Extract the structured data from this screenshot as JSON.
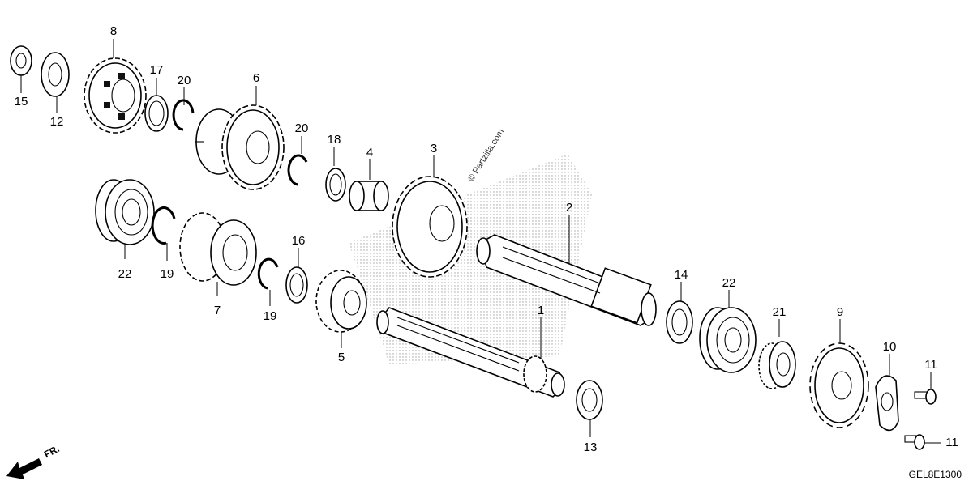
{
  "diagram": {
    "watermark": "© Partzilla.com",
    "diagram_code": "GEL8E1300",
    "front_indicator": "FR.",
    "callouts": [
      {
        "id": "c15a",
        "label": "15"
      },
      {
        "id": "c12",
        "label": "12"
      },
      {
        "id": "c8",
        "label": "8"
      },
      {
        "id": "c17",
        "label": "17"
      },
      {
        "id": "c20a",
        "label": "20"
      },
      {
        "id": "c6",
        "label": "6"
      },
      {
        "id": "c20b",
        "label": "20"
      },
      {
        "id": "c18",
        "label": "18"
      },
      {
        "id": "c4",
        "label": "4"
      },
      {
        "id": "c3",
        "label": "3"
      },
      {
        "id": "c2",
        "label": "2"
      },
      {
        "id": "c22a",
        "label": "22"
      },
      {
        "id": "c19a",
        "label": "19"
      },
      {
        "id": "c7",
        "label": "7"
      },
      {
        "id": "c16",
        "label": "16"
      },
      {
        "id": "c19b",
        "label": "19"
      },
      {
        "id": "c5",
        "label": "5"
      },
      {
        "id": "c1",
        "label": "1"
      },
      {
        "id": "c13",
        "label": "13"
      },
      {
        "id": "c14",
        "label": "14"
      },
      {
        "id": "c22b",
        "label": "22"
      },
      {
        "id": "c21",
        "label": "21"
      },
      {
        "id": "c9",
        "label": "9"
      },
      {
        "id": "c10",
        "label": "10"
      },
      {
        "id": "c11a",
        "label": "11"
      },
      {
        "id": "c11b",
        "label": "11"
      }
    ]
  }
}
